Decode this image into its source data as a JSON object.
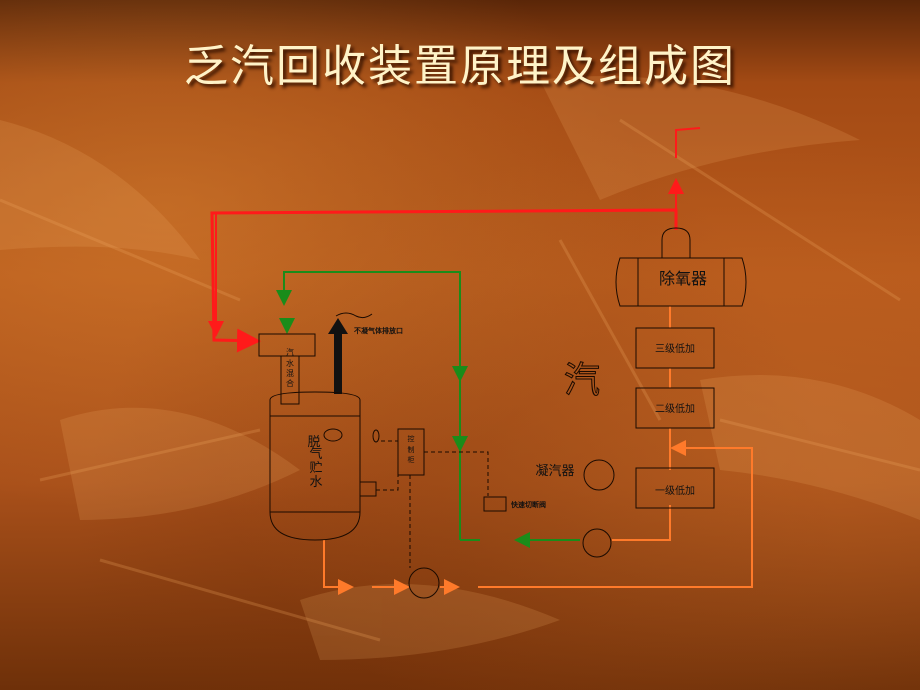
{
  "title": "乏汽回收装置原理及组成图",
  "diagram": {
    "deaerator_label": "除氧器",
    "stage3_label": "三级低加",
    "stage2_label": "二级低加",
    "stage1_label": "一级低加",
    "condenser_label": "凝汽器",
    "steam_char": "汽",
    "mixer_label": [
      "汽",
      "水",
      "混",
      "合"
    ],
    "tank_label": [
      "脱",
      "气",
      "贮",
      "水"
    ],
    "noncondensable_label": "不凝气体排放口",
    "control_cabinet_label": [
      "控",
      "制",
      "柜"
    ],
    "fast_cutoff_label": "快速切断阀"
  },
  "colors": {
    "steam": "#ff1a1a",
    "water": "#1a8c1a",
    "condensate": "#ff7a2a",
    "outline": "#1a0a00"
  }
}
